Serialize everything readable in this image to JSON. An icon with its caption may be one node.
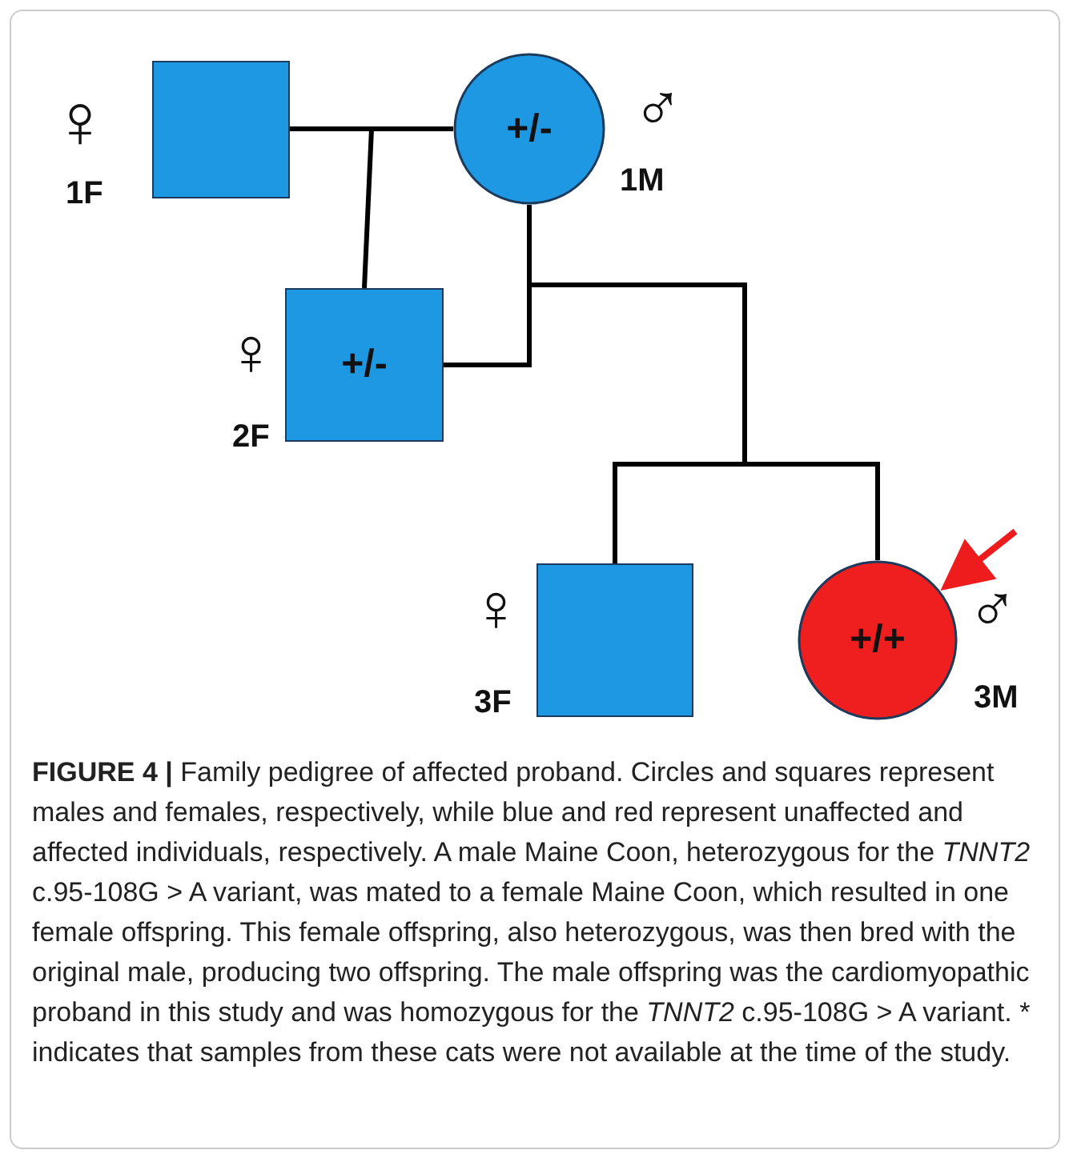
{
  "diagram": {
    "nodes": [
      {
        "text": [],
        "shape": "box",
        "beside": [
          "♀",
          "1F"
        ]
      },
      {
        "text": [
          "+/-"
        ],
        "beside": [
          "♂",
          "1M"
        ]
      },
      {
        "text": [
          "+/-"
        ],
        "beside": [
          "♀",
          "2F"
        ]
      },
      {
        "text": [],
        "shape": "box",
        "beside": [
          "♀",
          "3F"
        ]
      },
      {
        "text": [
          "+/+"
        ],
        "beside": [
          "♂",
          "3M"
        ]
      }
    ],
    "edges": [
      {
        "from": 0,
        "to": 1,
        "arrow": "none"
      },
      {
        "from": 0,
        "to": 2,
        "arrow": "none"
      },
      {
        "from": 1,
        "to": 2,
        "arrow": "none"
      },
      {
        "from": 1,
        "to": 2,
        "arrow": "none"
      },
      {
        "from": 1,
        "to": 3,
        "arrow": "none"
      },
      {
        "from": 1,
        "to": 4,
        "arrow": "none"
      },
      {
        "from": 2,
        "to": 3,
        "arrow": "none"
      },
      {
        "from": 2,
        "to": 4,
        "arrow": "none"
      },
      {
        "from": null,
        "to": 4,
        "arrow": "to",
        "color": "#ee1c1c"
      }
    ],
    "caption": "**FIGURE 4 |** Family pedigree of affected proband. Circles and squares represent males and females, respectively, while blue and red represent unaffected and affected individuals, respectively. A male Maine Coon, heterozygous for the *TNNT2* c.95-108G > A variant, was mated to a female Maine Coon, which resulted in one female offspring. This female offspring, also heterozygous, was then bred with the original male, producing two offspring. The male offspring was the cardiomyopathic proband in this study and was homozygous for the *TNNT2* c.95-108G > A variant. * indicates that samples from these cats were not available at the time of the study."
  }
}
